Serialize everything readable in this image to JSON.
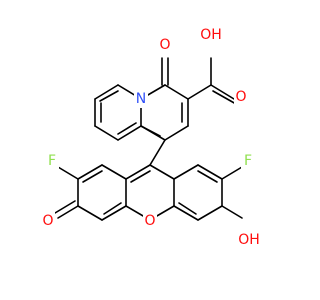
{
  "colors": {
    "bond": "#000000",
    "oxygen": "#ff0d0d",
    "nitrogen": "#3050f8",
    "fluorine": "#90e050",
    "background": "#ffffff"
  },
  "atoms": {
    "o_ketone_top": "O",
    "o_acid_hydroxyl": "OH",
    "o_acid_carbonyl": "O",
    "n_ring": "N",
    "f_left": "F",
    "f_right": "F",
    "o_xanthone_ketone": "O",
    "o_xanthene_bridge": "O",
    "o_phenol": "OH"
  }
}
